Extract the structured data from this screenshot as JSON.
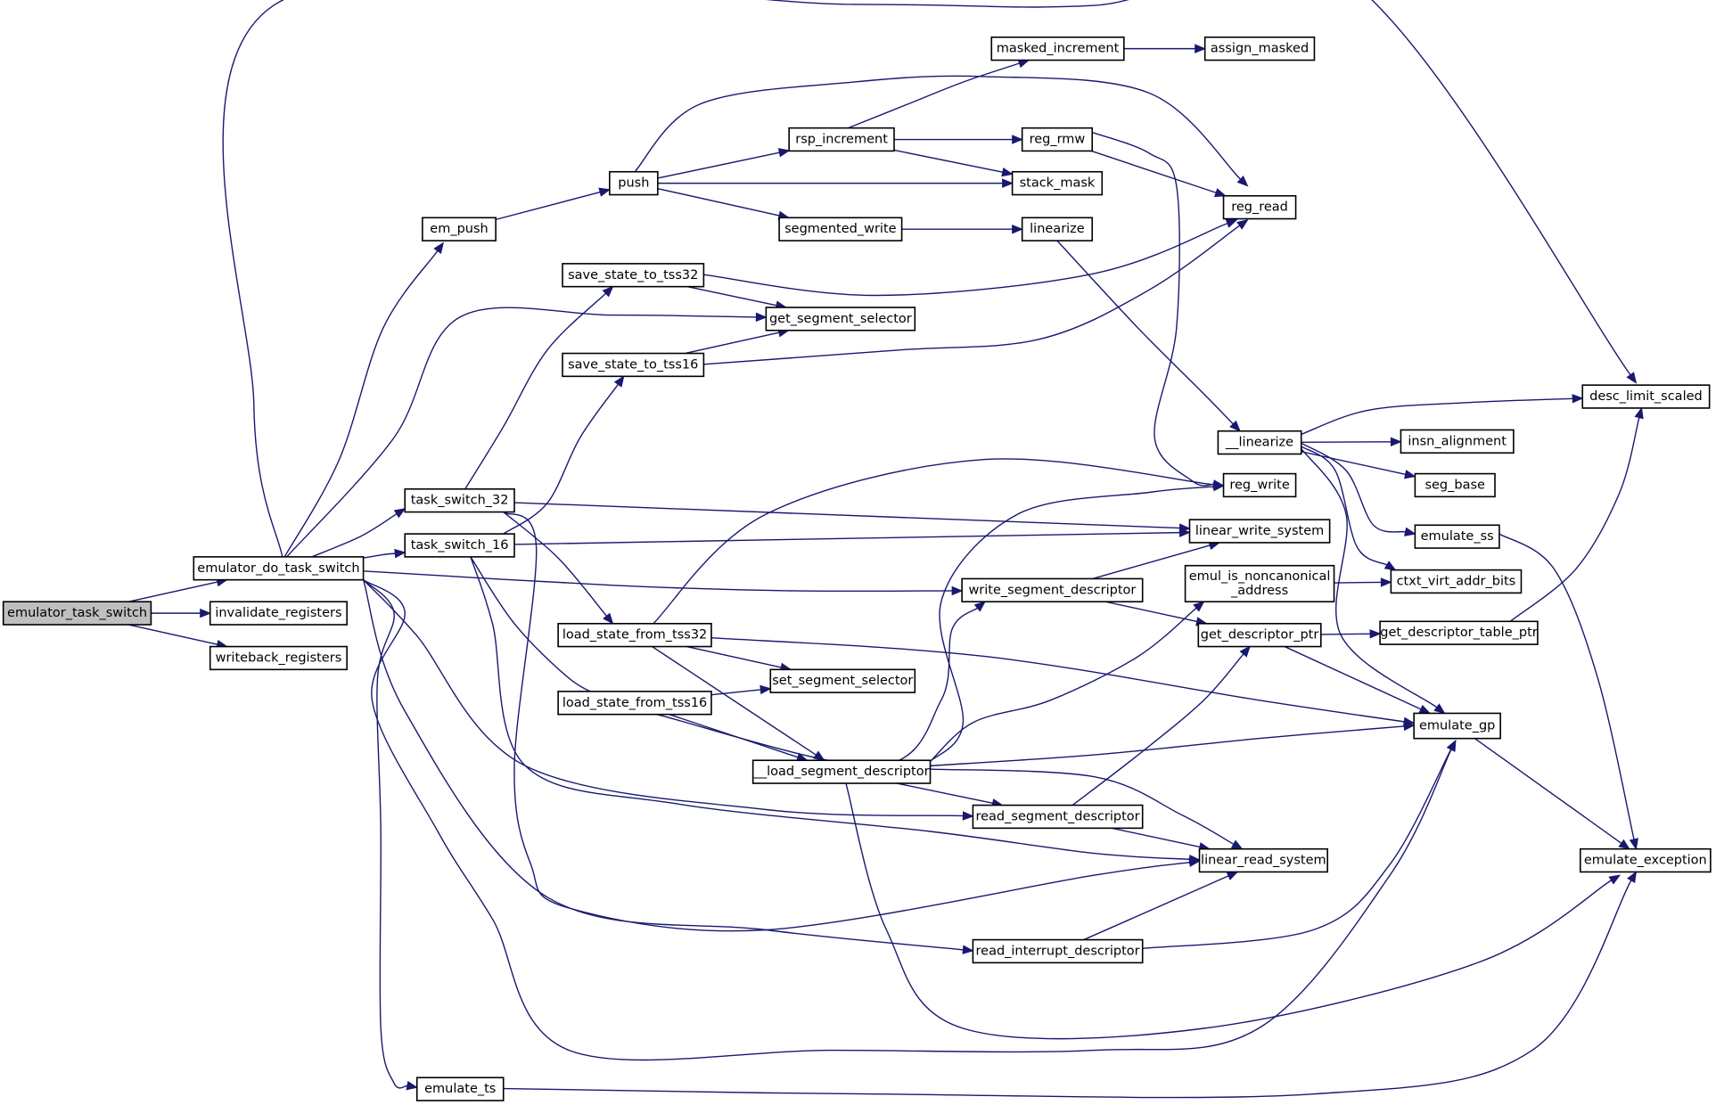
{
  "graph": {
    "edge_color": "#191970",
    "root_fill": "#bfbfbf",
    "nodes": [
      {
        "id": "emulator_task_switch",
        "label": "emulator_task_switch",
        "root": true
      },
      {
        "id": "emulator_do_task_switch",
        "label": "emulator_do_task_switch"
      },
      {
        "id": "invalidate_registers",
        "label": "invalidate_registers"
      },
      {
        "id": "writeback_registers",
        "label": "writeback_registers"
      },
      {
        "id": "em_push",
        "label": "em_push"
      },
      {
        "id": "push",
        "label": "push"
      },
      {
        "id": "rsp_increment",
        "label": "rsp_increment"
      },
      {
        "id": "masked_increment",
        "label": "masked_increment"
      },
      {
        "id": "assign_masked",
        "label": "assign_masked"
      },
      {
        "id": "reg_rmw",
        "label": "reg_rmw"
      },
      {
        "id": "stack_mask",
        "label": "stack_mask"
      },
      {
        "id": "reg_read",
        "label": "reg_read"
      },
      {
        "id": "segmented_write",
        "label": "segmented_write"
      },
      {
        "id": "linearize",
        "label": "linearize"
      },
      {
        "id": "save_state_to_tss32",
        "label": "save_state_to_tss32"
      },
      {
        "id": "get_segment_selector",
        "label": "get_segment_selector"
      },
      {
        "id": "save_state_to_tss16",
        "label": "save_state_to_tss16"
      },
      {
        "id": "__linearize",
        "label": "__linearize"
      },
      {
        "id": "desc_limit_scaled",
        "label": "desc_limit_scaled"
      },
      {
        "id": "insn_alignment",
        "label": "insn_alignment"
      },
      {
        "id": "seg_base",
        "label": "seg_base"
      },
      {
        "id": "reg_write",
        "label": "reg_write"
      },
      {
        "id": "task_switch_32",
        "label": "task_switch_32"
      },
      {
        "id": "task_switch_16",
        "label": "task_switch_16"
      },
      {
        "id": "linear_write_system",
        "label": "linear_write_system"
      },
      {
        "id": "emulate_ss",
        "label": "emulate_ss"
      },
      {
        "id": "emul_is_noncanonical_address",
        "label": "emul_is_noncanonical\n_address"
      },
      {
        "id": "ctxt_virt_addr_bits",
        "label": "ctxt_virt_addr_bits"
      },
      {
        "id": "write_segment_descriptor",
        "label": "write_segment_descriptor"
      },
      {
        "id": "load_state_from_tss32",
        "label": "load_state_from_tss32"
      },
      {
        "id": "get_descriptor_ptr",
        "label": "get_descriptor_ptr"
      },
      {
        "id": "get_descriptor_table_ptr",
        "label": "get_descriptor_table_ptr"
      },
      {
        "id": "set_segment_selector",
        "label": "set_segment_selector"
      },
      {
        "id": "load_state_from_tss16",
        "label": "load_state_from_tss16"
      },
      {
        "id": "emulate_gp",
        "label": "emulate_gp"
      },
      {
        "id": "__load_segment_descriptor",
        "label": "__load_segment_descriptor"
      },
      {
        "id": "read_segment_descriptor",
        "label": "read_segment_descriptor"
      },
      {
        "id": "linear_read_system",
        "label": "linear_read_system"
      },
      {
        "id": "emulate_exception",
        "label": "emulate_exception"
      },
      {
        "id": "read_interrupt_descriptor",
        "label": "read_interrupt_descriptor"
      },
      {
        "id": "emulate_ts",
        "label": "emulate_ts"
      }
    ],
    "edges": [
      {
        "from": "emulator_task_switch",
        "to": "emulator_do_task_switch"
      },
      {
        "from": "emulator_task_switch",
        "to": "invalidate_registers"
      },
      {
        "from": "emulator_task_switch",
        "to": "writeback_registers"
      },
      {
        "from": "emulator_do_task_switch",
        "to": "desc_limit_scaled"
      },
      {
        "from": "emulator_do_task_switch",
        "to": "em_push"
      },
      {
        "from": "emulator_do_task_switch",
        "to": "get_segment_selector"
      },
      {
        "from": "emulator_do_task_switch",
        "to": "task_switch_32"
      },
      {
        "from": "emulator_do_task_switch",
        "to": "task_switch_16"
      },
      {
        "from": "emulator_do_task_switch",
        "to": "write_segment_descriptor"
      },
      {
        "from": "emulator_do_task_switch",
        "to": "read_segment_descriptor"
      },
      {
        "from": "emulator_do_task_switch",
        "to": "read_interrupt_descriptor"
      },
      {
        "from": "emulator_do_task_switch",
        "to": "emulate_gp"
      },
      {
        "from": "emulator_do_task_switch",
        "to": "emulate_ts"
      },
      {
        "from": "em_push",
        "to": "push"
      },
      {
        "from": "push",
        "to": "reg_read"
      },
      {
        "from": "push",
        "to": "rsp_increment"
      },
      {
        "from": "push",
        "to": "stack_mask"
      },
      {
        "from": "push",
        "to": "segmented_write"
      },
      {
        "from": "rsp_increment",
        "to": "masked_increment"
      },
      {
        "from": "rsp_increment",
        "to": "reg_rmw"
      },
      {
        "from": "rsp_increment",
        "to": "stack_mask"
      },
      {
        "from": "masked_increment",
        "to": "assign_masked"
      },
      {
        "from": "reg_rmw",
        "to": "reg_read"
      },
      {
        "from": "reg_rmw",
        "to": "reg_write"
      },
      {
        "from": "segmented_write",
        "to": "linearize"
      },
      {
        "from": "linearize",
        "to": "__linearize"
      },
      {
        "from": "save_state_to_tss32",
        "to": "reg_read"
      },
      {
        "from": "save_state_to_tss32",
        "to": "get_segment_selector"
      },
      {
        "from": "save_state_to_tss16",
        "to": "reg_read"
      },
      {
        "from": "save_state_to_tss16",
        "to": "get_segment_selector"
      },
      {
        "from": "__linearize",
        "to": "desc_limit_scaled"
      },
      {
        "from": "__linearize",
        "to": "insn_alignment"
      },
      {
        "from": "__linearize",
        "to": "seg_base"
      },
      {
        "from": "__linearize",
        "to": "emulate_ss"
      },
      {
        "from": "__linearize",
        "to": "ctxt_virt_addr_bits"
      },
      {
        "from": "__linearize",
        "to": "emulate_gp"
      },
      {
        "from": "task_switch_32",
        "to": "save_state_to_tss32"
      },
      {
        "from": "task_switch_32",
        "to": "linear_write_system"
      },
      {
        "from": "task_switch_32",
        "to": "load_state_from_tss32"
      },
      {
        "from": "task_switch_32",
        "to": "linear_read_system"
      },
      {
        "from": "task_switch_16",
        "to": "save_state_to_tss16"
      },
      {
        "from": "task_switch_16",
        "to": "linear_write_system"
      },
      {
        "from": "task_switch_16",
        "to": "load_state_from_tss16"
      },
      {
        "from": "task_switch_16",
        "to": "linear_read_system"
      },
      {
        "from": "write_segment_descriptor",
        "to": "linear_write_system"
      },
      {
        "from": "write_segment_descriptor",
        "to": "get_descriptor_ptr"
      },
      {
        "from": "load_state_from_tss32",
        "to": "reg_write"
      },
      {
        "from": "load_state_from_tss32",
        "to": "set_segment_selector"
      },
      {
        "from": "load_state_from_tss32",
        "to": "__load_segment_descriptor"
      },
      {
        "from": "load_state_from_tss32",
        "to": "emulate_gp"
      },
      {
        "from": "load_state_from_tss16",
        "to": "set_segment_selector"
      },
      {
        "from": "load_state_from_tss16",
        "to": "write_segment_descriptor"
      },
      {
        "from": "load_state_from_tss16",
        "to": "__load_segment_descriptor"
      },
      {
        "from": "__load_segment_descriptor",
        "to": "reg_write"
      },
      {
        "from": "__load_segment_descriptor",
        "to": "emul_is_noncanonical_address"
      },
      {
        "from": "__load_segment_descriptor",
        "to": "emulate_gp"
      },
      {
        "from": "__load_segment_descriptor",
        "to": "read_segment_descriptor"
      },
      {
        "from": "__load_segment_descriptor",
        "to": "linear_read_system"
      },
      {
        "from": "__load_segment_descriptor",
        "to": "emulate_exception"
      },
      {
        "from": "emul_is_noncanonical_address",
        "to": "ctxt_virt_addr_bits"
      },
      {
        "from": "get_descriptor_ptr",
        "to": "get_descriptor_table_ptr"
      },
      {
        "from": "get_descriptor_ptr",
        "to": "emulate_gp"
      },
      {
        "from": "get_descriptor_table_ptr",
        "to": "desc_limit_scaled"
      },
      {
        "from": "read_segment_descriptor",
        "to": "get_descriptor_ptr"
      },
      {
        "from": "read_segment_descriptor",
        "to": "linear_read_system"
      },
      {
        "from": "read_interrupt_descriptor",
        "to": "linear_read_system"
      },
      {
        "from": "read_interrupt_descriptor",
        "to": "emulate_gp"
      },
      {
        "from": "emulate_gp",
        "to": "emulate_exception"
      },
      {
        "from": "emulate_ss",
        "to": "emulate_exception"
      },
      {
        "from": "emulate_ts",
        "to": "emulate_exception"
      }
    ]
  }
}
